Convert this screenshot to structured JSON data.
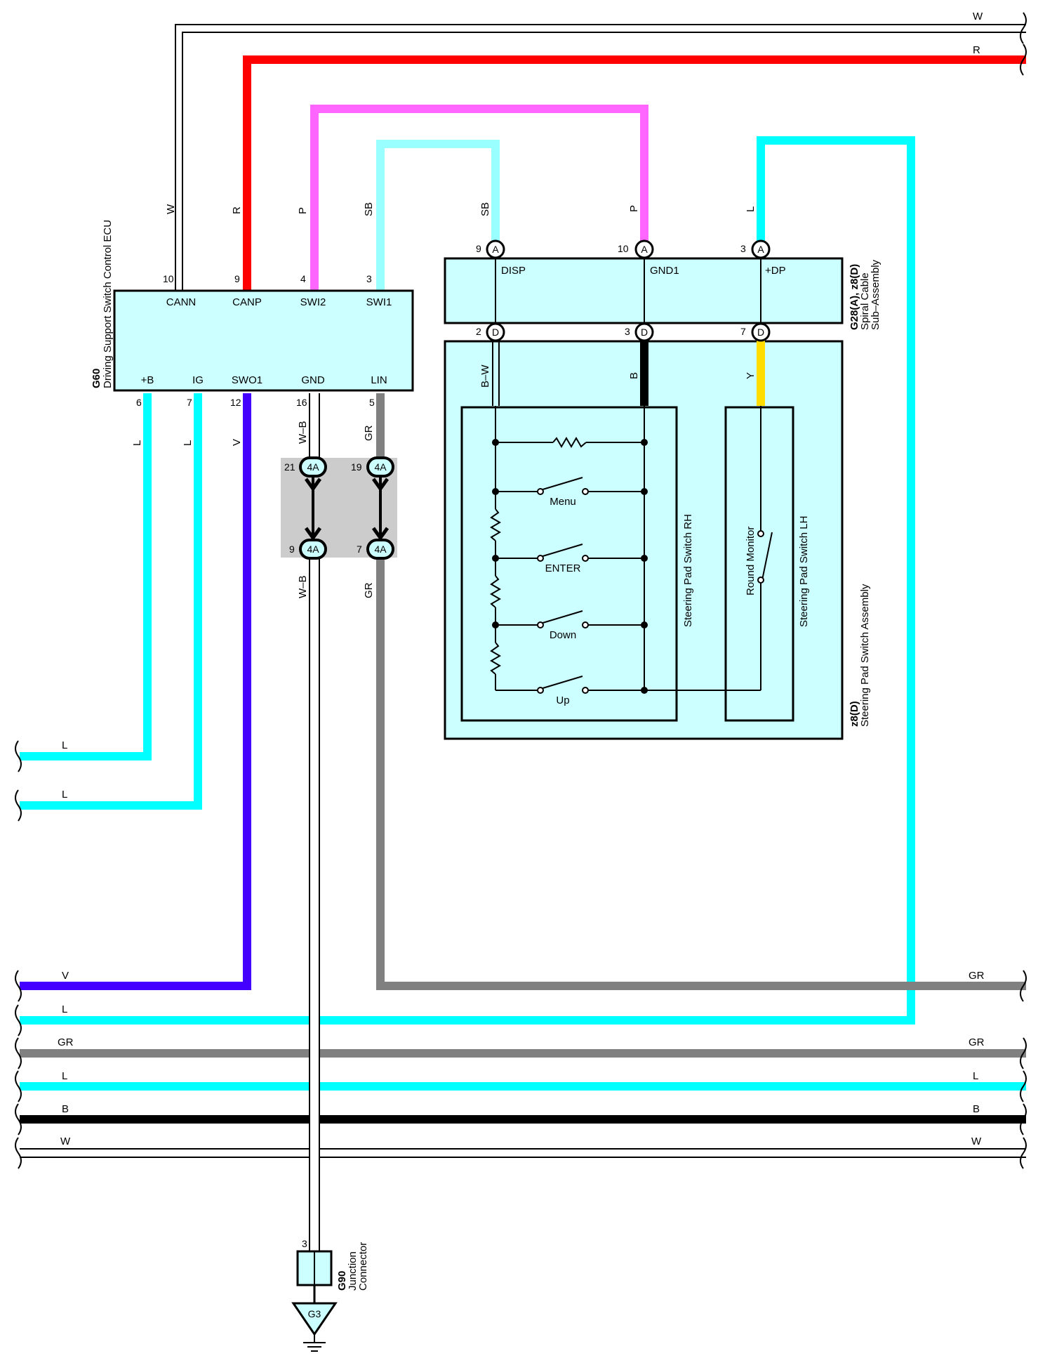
{
  "ecu": {
    "code": "G60",
    "name": "Driving Support Switch Control ECU",
    "top_pins": [
      {
        "num": "10",
        "name": "CANN",
        "color": "W"
      },
      {
        "num": "9",
        "name": "CANP",
        "color": "R"
      },
      {
        "num": "4",
        "name": "SWI2",
        "color": "P"
      },
      {
        "num": "3",
        "name": "SWI1",
        "color": "SB"
      }
    ],
    "bottom_pins": [
      {
        "num": "6",
        "name": "+B",
        "color": "L"
      },
      {
        "num": "7",
        "name": "IG",
        "color": "L"
      },
      {
        "num": "12",
        "name": "SWO1",
        "color": "V"
      },
      {
        "num": "16",
        "name": "GND",
        "color": "W–B"
      },
      {
        "num": "5",
        "name": "LIN",
        "color": "GR"
      }
    ]
  },
  "spiral": {
    "code": "G28(A), z8(D)",
    "name1": "Spiral Cable",
    "name2": "Sub–Assembly",
    "top_pins": [
      {
        "num": "9",
        "conn": "A",
        "name": "DISP",
        "color": "SB"
      },
      {
        "num": "10",
        "conn": "A",
        "name": "GND1",
        "color": "P"
      },
      {
        "num": "3",
        "conn": "A",
        "name": "+DP",
        "color": "L"
      }
    ],
    "bottom_pins": [
      {
        "num": "2",
        "conn": "D",
        "color": "B–W"
      },
      {
        "num": "3",
        "conn": "D",
        "color": "B"
      },
      {
        "num": "7",
        "conn": "D",
        "color": "Y"
      }
    ]
  },
  "pad_assembly": {
    "code": "z8(D)",
    "name": "Steering Pad Switch Assembly",
    "rh_label": "Steering Pad Switch RH",
    "lh_label": "Steering Pad Switch LH",
    "switches": [
      "Menu",
      "ENTER",
      "Down",
      "Up"
    ],
    "lh_switch": "Round Monitor"
  },
  "junction_block": {
    "conn": "4A",
    "upper": [
      {
        "num": "21"
      },
      {
        "num": "19"
      }
    ],
    "lower": [
      {
        "num": "9"
      },
      {
        "num": "7"
      }
    ]
  },
  "junction_connector": {
    "code": "G90",
    "name1": "Junction",
    "name2": "Connector",
    "pin": "3"
  },
  "ground": "G3",
  "wire_colors": {
    "W": "#ffffff",
    "R": "#ff0000",
    "P": "#ff66ff",
    "SB": "#99ffff",
    "L": "#00ffff",
    "V": "#4400ff",
    "GR": "#808080",
    "B": "#000000",
    "W-B": "#ffffff",
    "Y": "#ffdd00",
    "box": "#ccffff"
  },
  "bus_top": [
    {
      "color": "W"
    },
    {
      "color": "R"
    }
  ],
  "left_stubs": [
    {
      "color": "L"
    },
    {
      "color": "L"
    }
  ],
  "bus_bottom": [
    {
      "left": "V",
      "right": ""
    },
    {
      "left": "L",
      "right": ""
    },
    {
      "left": "GR",
      "right": "GR"
    },
    {
      "left": "L",
      "right": "L"
    },
    {
      "left": "B",
      "right": "B"
    },
    {
      "left": "W",
      "right": "W"
    }
  ],
  "right_gr_label": "GR"
}
